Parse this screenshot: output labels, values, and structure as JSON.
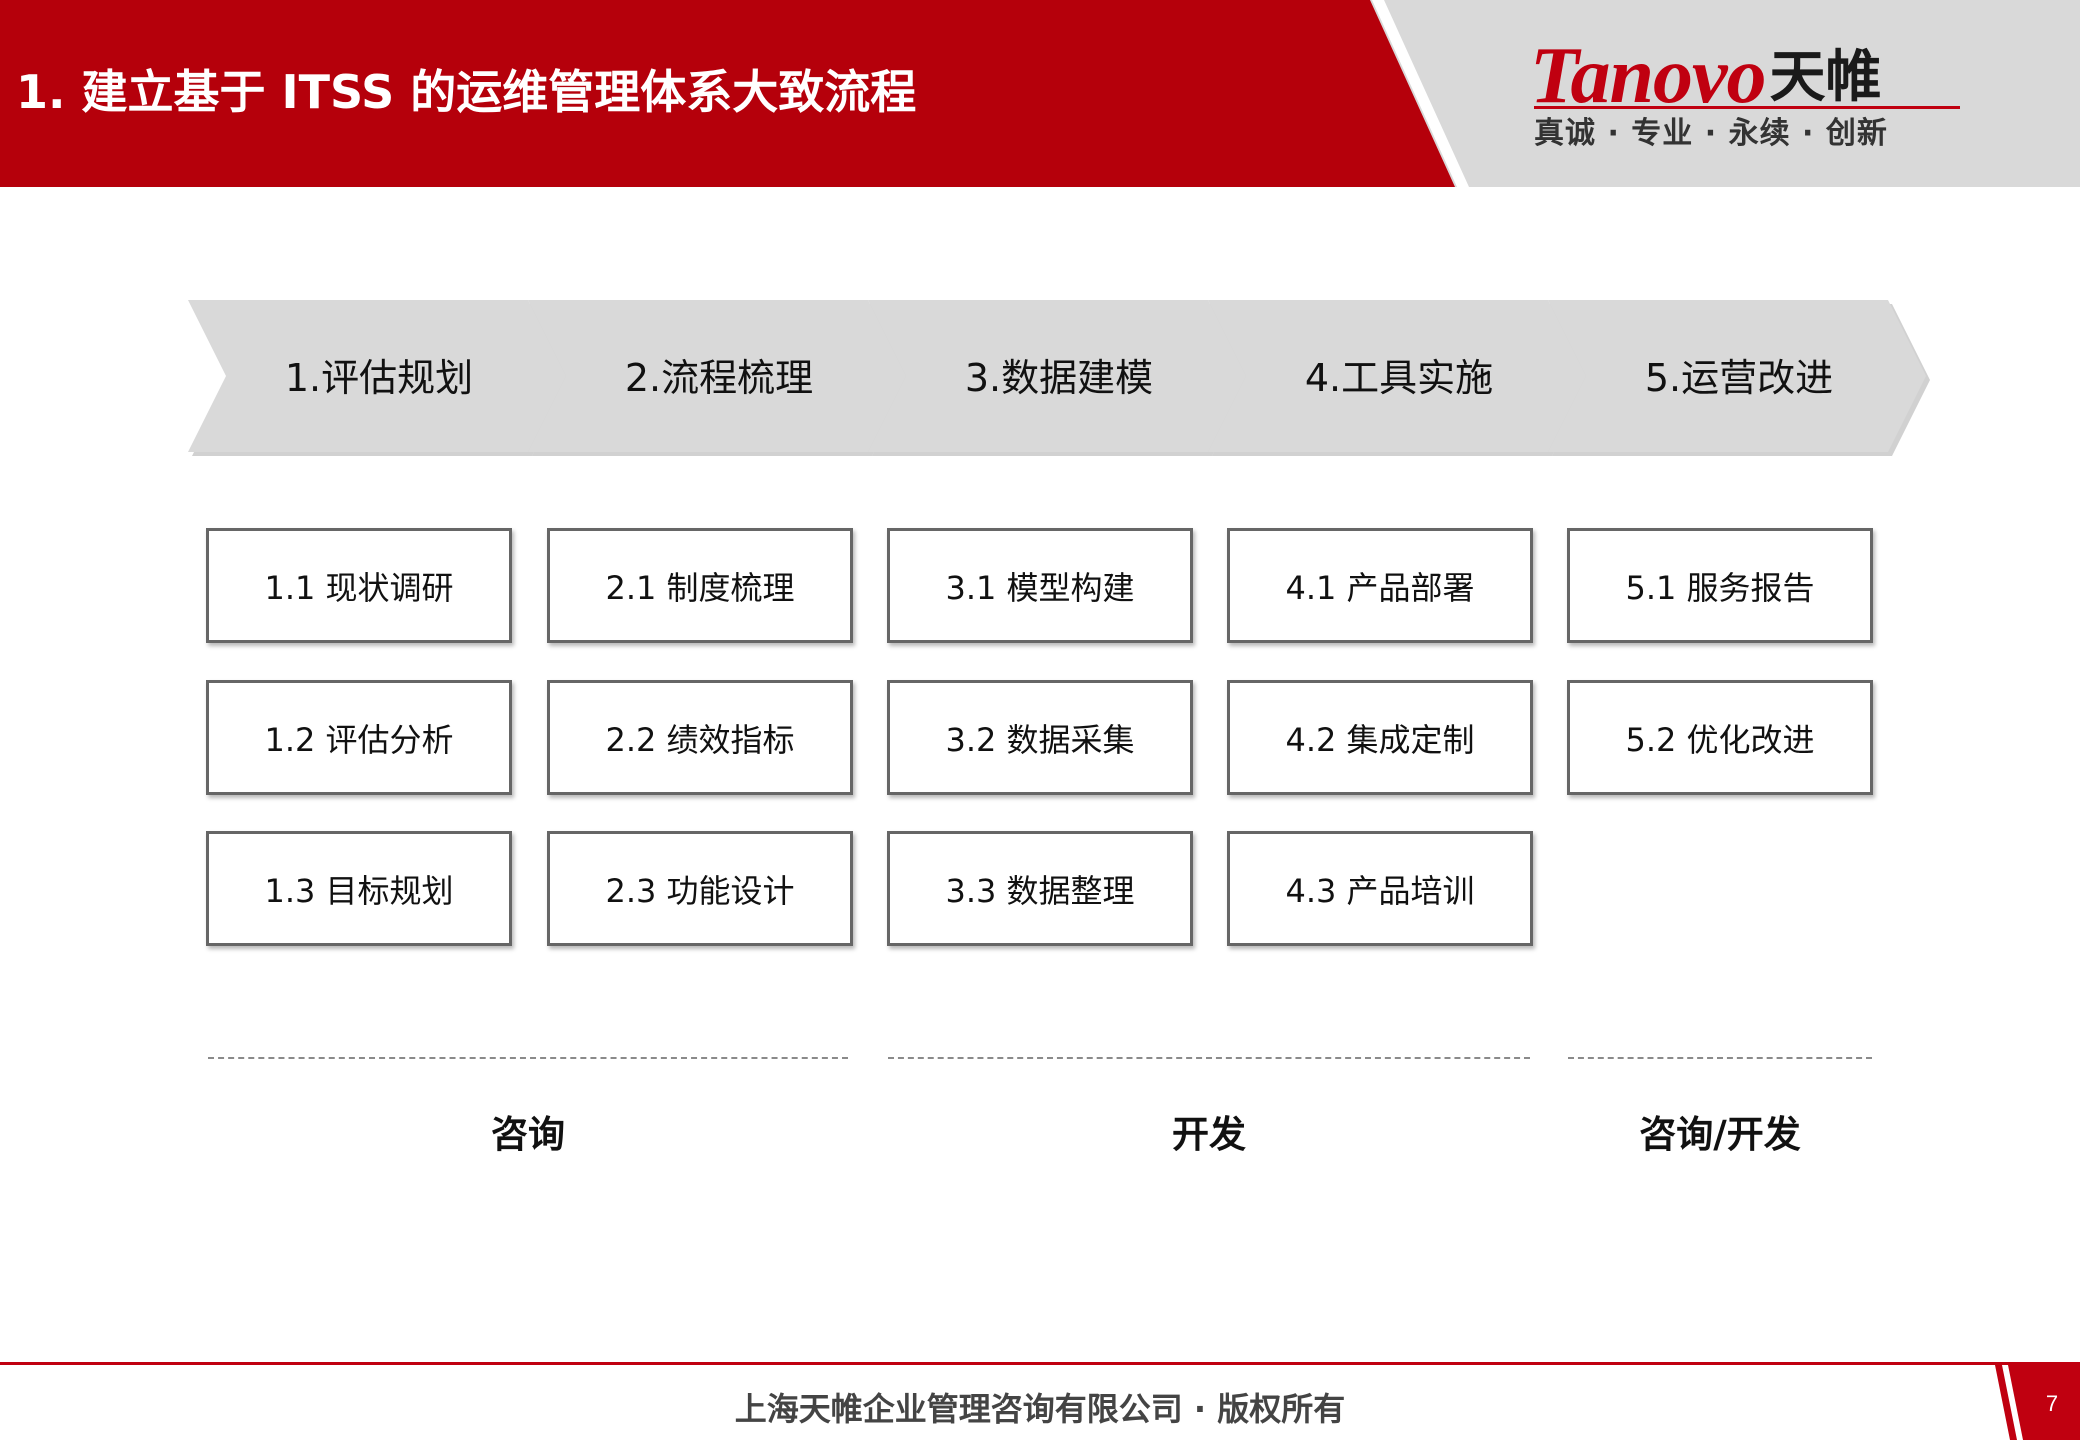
{
  "header": {
    "title": "1. 建立基于 ITSS 的运维管理体系大致流程",
    "logo": {
      "brand_latin": "Tanovo",
      "brand_cjk": "天帷",
      "slogan": "真诚 · 专业 · 永续 · 创新"
    },
    "colors": {
      "red": "#b5000b",
      "gray": "#d9d9d9"
    }
  },
  "process_steps": [
    {
      "label": "1.评估规划",
      "items": [
        "1.1 现状调研",
        "1.2 评估分析",
        "1.3 目标规划"
      ]
    },
    {
      "label": "2.流程梳理",
      "items": [
        "2.1 制度梳理",
        "2.2 绩效指标",
        "2.3 功能设计"
      ]
    },
    {
      "label": "3.数据建模",
      "items": [
        "3.1 模型构建",
        "3.2 数据采集",
        "3.3 数据整理"
      ]
    },
    {
      "label": "4.工具实施",
      "items": [
        "4.1 产品部署",
        "4.2 集成定制",
        "4.3 产品培训"
      ]
    },
    {
      "label": "5.运营改进",
      "items": [
        "5.1 服务报告",
        "5.2 优化改进"
      ]
    }
  ],
  "categories": [
    "咨询",
    "开发",
    "咨询/开发"
  ],
  "footer": {
    "text": "上海天帷企业管理咨询有限公司 · 版权所有",
    "page_number": "7"
  }
}
